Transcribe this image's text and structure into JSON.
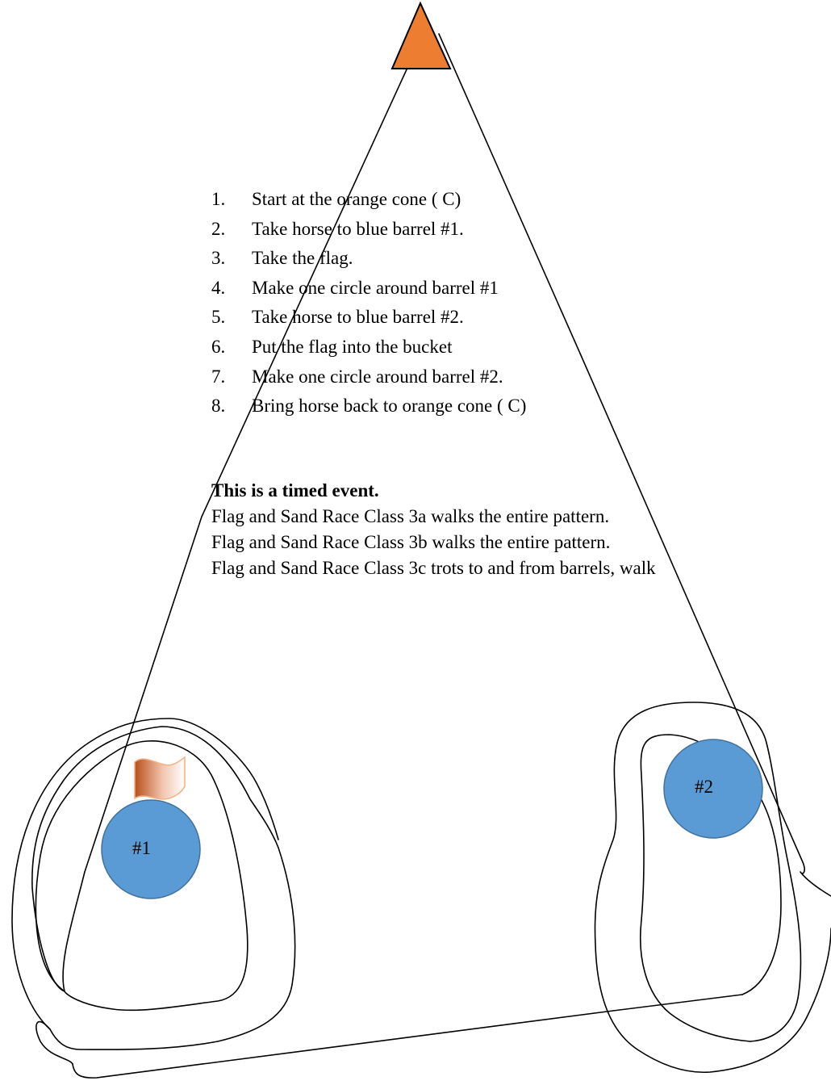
{
  "steps": [
    {
      "number": "1.",
      "text": "Start at the orange cone ( C)"
    },
    {
      "number": "2.",
      "text": "Take horse to blue barrel #1."
    },
    {
      "number": "3.",
      "text": "Take the flag."
    },
    {
      "number": "4.",
      "text": "Make one circle around barrel #1"
    },
    {
      "number": "5.",
      "text": "Take horse to blue barrel #2."
    },
    {
      "number": "6.",
      "text": "Put the flag into the bucket"
    },
    {
      "number": "7.",
      "text": "Make one circle around barrel #2."
    },
    {
      "number": "8.",
      "text": "Bring horse back to orange cone ( C)"
    }
  ],
  "info": {
    "heading": "This is a timed event.",
    "lines": [
      "Flag and Sand Race Class 3a walks the entire pattern.",
      "Flag and Sand Race Class 3b walks the entire pattern.",
      "Flag and Sand Race Class 3c trots to and from barrels, walk"
    ]
  },
  "barrels": {
    "barrel1_label": "#1",
    "barrel2_label": "#2"
  },
  "colors": {
    "cone": "#ED7D31",
    "barrel_fill": "#5B9BD5",
    "barrel_stroke": "#41719C",
    "flag": "#C55A11",
    "path": "#000000"
  }
}
